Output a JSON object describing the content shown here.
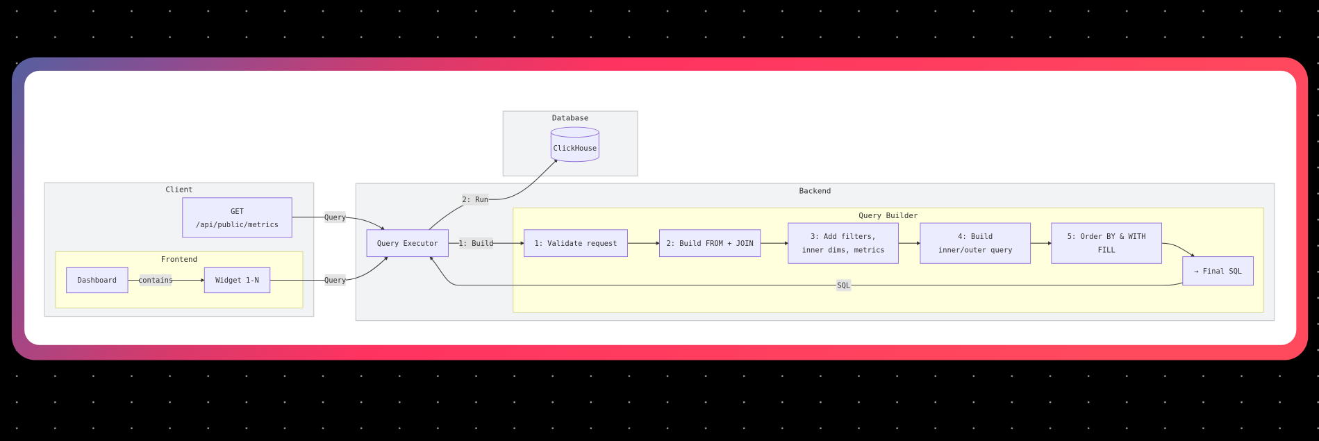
{
  "colors": {
    "frame_start": "#55609f",
    "frame_mid": "#ff3360",
    "frame_end": "#ff4a5e",
    "node_fill": "#ECECFF",
    "node_stroke": "#9370DB",
    "cluster_fill": "#f2f3f5",
    "subcluster_fill": "#ffffde"
  },
  "clusters": {
    "client": "Client",
    "frontend": "Frontend",
    "database": "Database",
    "backend": "Backend",
    "query_builder": "Query Builder"
  },
  "nodes": {
    "get_line1": "GET",
    "get_line2": "/api/public/metrics",
    "dashboard": "Dashboard",
    "widget": "Widget 1-N",
    "clickhouse": "ClickHouse",
    "query_executor": "Query Executor",
    "validate": "1: Validate request",
    "build_from": "2: Build FROM + JOIN",
    "filters_line1": "3: Add filters,",
    "filters_line2": "inner dims, metrics",
    "inner_line1": "4: Build",
    "inner_line2": "inner/outer query",
    "order_line1": "5: Order BY & WITH",
    "order_line2": "FILL",
    "final_sql": "→ Final SQL"
  },
  "edges": {
    "contains": "contains",
    "query_get": "Query",
    "query_widget": "Query",
    "build": "1: Build",
    "run": "2: Run",
    "sql": "SQL"
  }
}
